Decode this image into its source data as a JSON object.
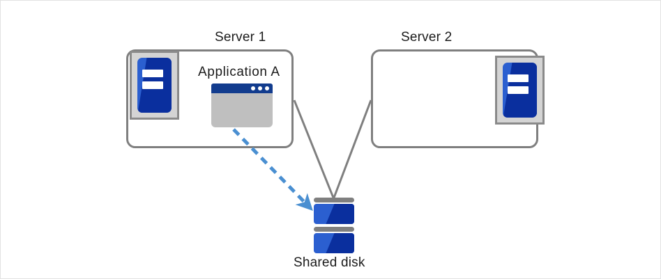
{
  "diagram": {
    "title_text": "",
    "colors": {
      "canvas_border": "#e2e2e2",
      "box_outline": "#7f7f7f",
      "icon_frame_fill": "#d4d4d4",
      "icon_frame_border": "#8a8a8a",
      "icon_blue_light": "#2b5fd0",
      "icon_blue_dark": "#0a2f9e",
      "app_titlebar": "#123c8e",
      "app_body": "#bfbfbf",
      "connector_line": "#7f7f7f",
      "arrow_blue": "#4a8fd1",
      "label_text": "#1a1a1a"
    }
  },
  "nodes": {
    "server1": {
      "label": "Server 1",
      "icon_name": "server-icon",
      "app": {
        "label": "Application A",
        "icon_name": "application-window-icon",
        "dot_count": 3
      }
    },
    "server2": {
      "label": "Server 2",
      "icon_name": "server-icon"
    },
    "shared_disk": {
      "label": "Shared disk",
      "icon_name": "disk-stack-icon",
      "slab_count": 2
    }
  },
  "connectors": {
    "server1_to_disk": {
      "style": "solid",
      "color": "#7f7f7f",
      "arrow": false
    },
    "server2_to_disk": {
      "style": "solid",
      "color": "#7f7f7f",
      "arrow": false
    },
    "application_to_disk": {
      "style": "dashed",
      "color": "#4a8fd1",
      "arrow": true
    }
  }
}
